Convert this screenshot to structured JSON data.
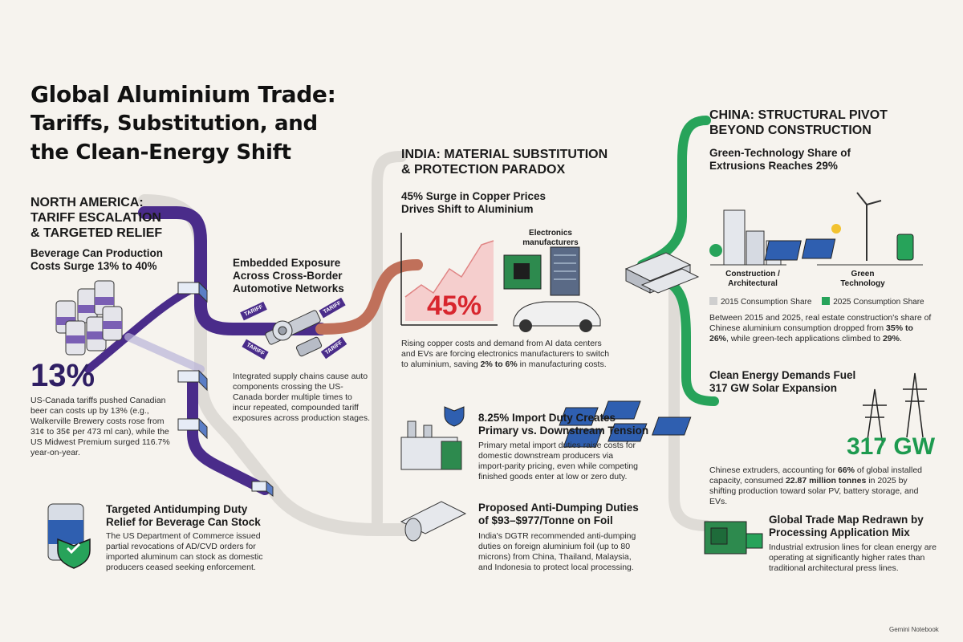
{
  "title": {
    "line1": "Global Aluminium Trade:",
    "line2": "Tariffs, Substitution, and",
    "line3": "the Clean-Energy Shift"
  },
  "north_america": {
    "heading1": "NORTH AMERICA:",
    "heading2": "TARIFF ESCALATION",
    "heading3": "& TARGETED RELIEF",
    "sub1": "Beverage Can Production",
    "sub2": "Costs Surge 13% to 40%",
    "stat": "13%",
    "stat_body": "US-Canada tariffs pushed Canadian beer can costs up by 13% (e.g., Walkerville Brewery costs rose from 31¢ to 35¢ per 473 ml can), while the US Midwest Premium surged 116.7% year-on-year.",
    "embedded_title1": "Embedded Exposure",
    "embedded_title2": "Across Cross-Border",
    "embedded_title3": "Automotive Networks",
    "tag_label": "TARIFF",
    "embedded_body": "Integrated supply chains cause auto components crossing the US-Canada border multiple times to incur repeated, compounded tariff exposures across production stages.",
    "relief_title1": "Targeted Antidumping Duty",
    "relief_title2": "Relief for Beverage Can Stock",
    "relief_body": "The US Department of Commerce issued partial revocations of AD/CVD orders for imported aluminum can stock as domestic producers ceased seeking enforcement."
  },
  "india": {
    "heading1": "INDIA: MATERIAL SUBSTITUTION",
    "heading2": "& PROTECTION PARADOX",
    "sub1": "45% Surge in Copper Prices",
    "sub2": "Drives Shift to Aluminium",
    "electronics_label1": "Electronics",
    "electronics_label2": "manufacturers",
    "stat": "45%",
    "body_pre": "Rising copper costs and demand from AI data centers and EVs are forcing electronics manufacturers to switch to aluminium, saving ",
    "body_bold": "2% to 6%",
    "body_post": " in manufacturing costs.",
    "duty_title1": "8.25% Import Duty Creates",
    "duty_title2": "Primary vs. Downstream Tension",
    "duty_body": "Primary metal import duties raise costs for domestic downstream producers via import-parity pricing, even while competing finished goods enter at low or zero duty.",
    "foil_title1": "Proposed Anti-Dumping Duties",
    "foil_title2": "of $93–$977/Tonne on Foil",
    "foil_body": "India's DGTR recommended anti-dumping duties on foreign aluminium foil (up to 80 microns) from China, Thailand, Malaysia, and Indonesia to protect local processing."
  },
  "china": {
    "heading1": "CHINA: STRUCTURAL PIVOT",
    "heading2": "BEYOND CONSTRUCTION",
    "sub1": "Green-Technology Share of",
    "sub2": "Extrusions Reaches 29%",
    "construction_label1": "Construction /",
    "construction_label2": "Architectural",
    "green_label1": "Green",
    "green_label2": "Technology",
    "legend_2015": "2015 Consumption Share",
    "legend_2025": "2025 Consumption Share",
    "share_body_pre": "Between 2015 and 2025, real estate construction's share of Chinese aluminium consumption dropped from ",
    "share_body_b1": "35% to 26%",
    "share_body_mid": ", while green-tech applications climbed to ",
    "share_body_b2": "29%",
    "share_body_post": ".",
    "solar_title1": "Clean Energy Demands Fuel",
    "solar_title2": "317 GW Solar Expansion",
    "solar_stat": "317 GW",
    "solar_body_pre": "Chinese extruders, accounting for ",
    "solar_body_b1": "66%",
    "solar_body_mid1": " of global installed capacity, consumed ",
    "solar_body_b2": "22.87 million tonnes",
    "solar_body_post": " in 2025 by shifting production toward solar PV, battery storage, and EVs.",
    "map_title1": "Global Trade Map Redrawn by",
    "map_title2": "Processing Application Mix",
    "map_body": "Industrial extrusion lines for clean energy are operating at significantly higher rates than traditional architectural press lines."
  },
  "footer": "Gemini Notebook",
  "colors": {
    "purple": "#4a2c8a",
    "copper": "#c0705a",
    "green": "#27a35a",
    "red": "#d8262e",
    "gray_path": "#d9d6d2",
    "blue_icon": "#2f5fb0"
  }
}
